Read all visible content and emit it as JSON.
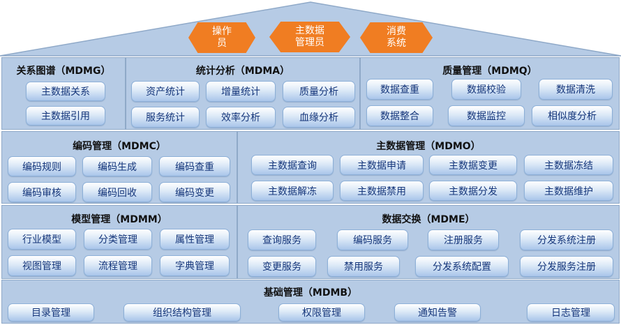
{
  "roles": [
    "操作\n员",
    "主数据\n管理员",
    "消费\n系统"
  ],
  "sections": {
    "mdmg": {
      "title": "关系图谱（MDMG）",
      "items": [
        "主数据关系",
        "主数据引用"
      ]
    },
    "mdma": {
      "title": "统计分析（MDMA）",
      "items": [
        "资产统计",
        "增量统计",
        "质量分析",
        "服务统计",
        "效率分析",
        "血缘分析"
      ]
    },
    "mdmq": {
      "title": "质量管理（MDMQ）",
      "items": [
        "数据查重",
        "数据校验",
        "数据清洗",
        "数据整合",
        "数据监控",
        "相似度分析"
      ]
    },
    "mdmc": {
      "title": "编码管理（MDMC）",
      "items": [
        "编码规则",
        "编码生成",
        "编码查重",
        "编码审核",
        "编码回收",
        "编码变更"
      ]
    },
    "mdmo": {
      "title": "主数据管理（MDMO）",
      "items": [
        "主数据查询",
        "主数据申请",
        "主数据变更",
        "主数据冻结",
        "主数据解冻",
        "主数据禁用",
        "主数据分发",
        "主数据维护"
      ]
    },
    "mdmm": {
      "title": "模型管理（MDMM）",
      "items": [
        "行业模型",
        "分类管理",
        "属性管理",
        "视图管理",
        "流程管理",
        "字典管理"
      ]
    },
    "mdme": {
      "title": "数据交换（MDME）",
      "items": [
        "查询服务",
        "编码服务",
        "注册服务",
        "分发系统注册",
        "变更服务",
        "禁用服务",
        "分发系统配置",
        "分发服务注册"
      ]
    },
    "mdmb": {
      "title": "基础管理（MDMB）",
      "items": [
        "目录管理",
        "组织结构管理",
        "权限管理",
        "通知告警",
        "日志管理"
      ]
    }
  },
  "colors": {
    "roof": "#b6cbe5",
    "section": "#b6cbe5",
    "role": "#f07d22",
    "button_text": "#14357a"
  }
}
